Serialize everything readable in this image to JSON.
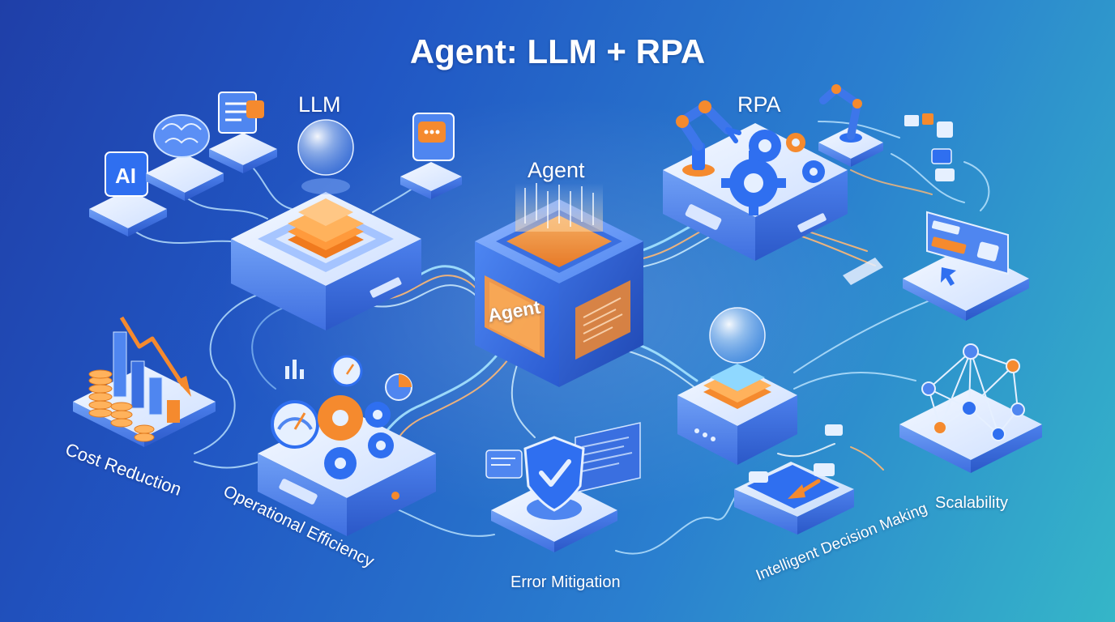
{
  "title": "Agent: LLM + RPA",
  "components": {
    "llm": "LLM",
    "rpa": "RPA",
    "agent": "Agent",
    "agent_face": "Agent"
  },
  "icons": {
    "ai_badge": "AI",
    "llm_icons": [
      "ai-chip-icon",
      "brain-icon",
      "document-icon",
      "chat-bubble-icon",
      "glass-sphere-icon"
    ],
    "rpa_icons": [
      "robot-arm-icon",
      "gear-icon",
      "workflow-icon",
      "code-window-icon",
      "cursor-icon"
    ]
  },
  "benefits": {
    "cost_reduction": "Cost Reduction",
    "operational_efficiency": "Operational Efficiency",
    "error_mitigation": "Error Mitigation",
    "intelligent_decision": "Intelligent Decision Making",
    "scalability": "Scalability"
  },
  "colors": {
    "background_start": "#1f3fa8",
    "background_end": "#35b6c8",
    "platform_top": "#e6f0ff",
    "platform_side": "#4f86f0",
    "accent_orange": "#f58a2e",
    "accent_blue": "#2f6ff0",
    "text": "#ffffff"
  }
}
